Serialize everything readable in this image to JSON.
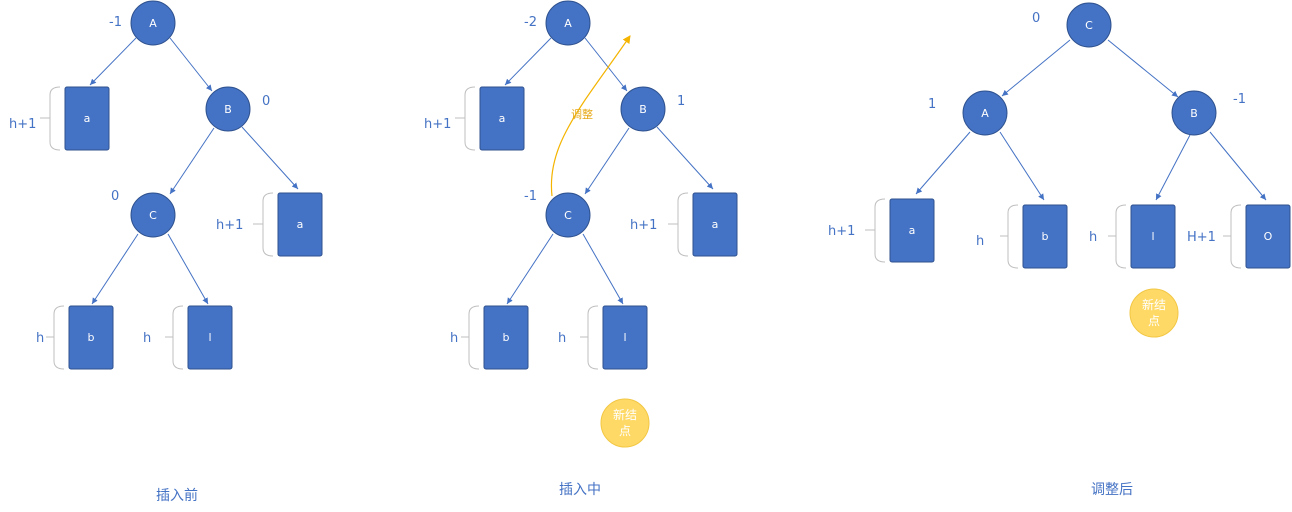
{
  "panel1": {
    "caption": "插入前",
    "nodes": {
      "A": "A",
      "B": "B",
      "C": "C"
    },
    "balance": {
      "A": "-1",
      "B": "0",
      "C": "0"
    },
    "subtrees": {
      "a_left": "a",
      "a_right": "a",
      "b": "b",
      "l": "l"
    },
    "heights": {
      "a_left": "h+1",
      "a_right": "h+1",
      "b": "h",
      "l": "h"
    }
  },
  "panel2": {
    "caption": "插入中",
    "nodes": {
      "A": "A",
      "B": "B",
      "C": "C"
    },
    "balance": {
      "A": "-2",
      "B": "1",
      "C": "-1"
    },
    "subtrees": {
      "a_left": "a",
      "a_right": "a",
      "b": "b",
      "l": "l"
    },
    "heights": {
      "a_left": "h+1",
      "a_right": "h+1",
      "b": "h",
      "l": "h"
    },
    "adjust_label": "调整",
    "new_node": {
      "line1": "新结",
      "line2": "点"
    }
  },
  "panel3": {
    "caption": "调整后",
    "nodes": {
      "C": "C",
      "A": "A",
      "B": "B"
    },
    "balance": {
      "C": "0",
      "A": "1",
      "B": "-1"
    },
    "subtrees": {
      "a": "a",
      "b": "b",
      "l": "l",
      "o": "O"
    },
    "heights": {
      "a": "h+1",
      "b": "h",
      "l": "h",
      "o": "H+1"
    },
    "new_node": {
      "line1": "新结",
      "line2": "点"
    }
  },
  "colors": {
    "node_fill": "#4472c4",
    "node_stroke": "#2f528f",
    "edge": "#4472c4",
    "bracket": "#bfbfbf",
    "new_node_fill": "#ffd966",
    "adjust_arrow": "#f4b400"
  }
}
